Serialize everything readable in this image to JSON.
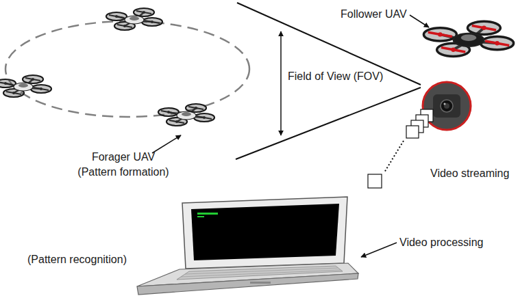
{
  "diagram": {
    "labels": [
      "Follower UAV",
      "Field of View (FOV)",
      "Forager UAV (Pattern formation)",
      "Video streaming",
      "Video processing",
      "(Pattern recognition)"
    ]
  }
}
